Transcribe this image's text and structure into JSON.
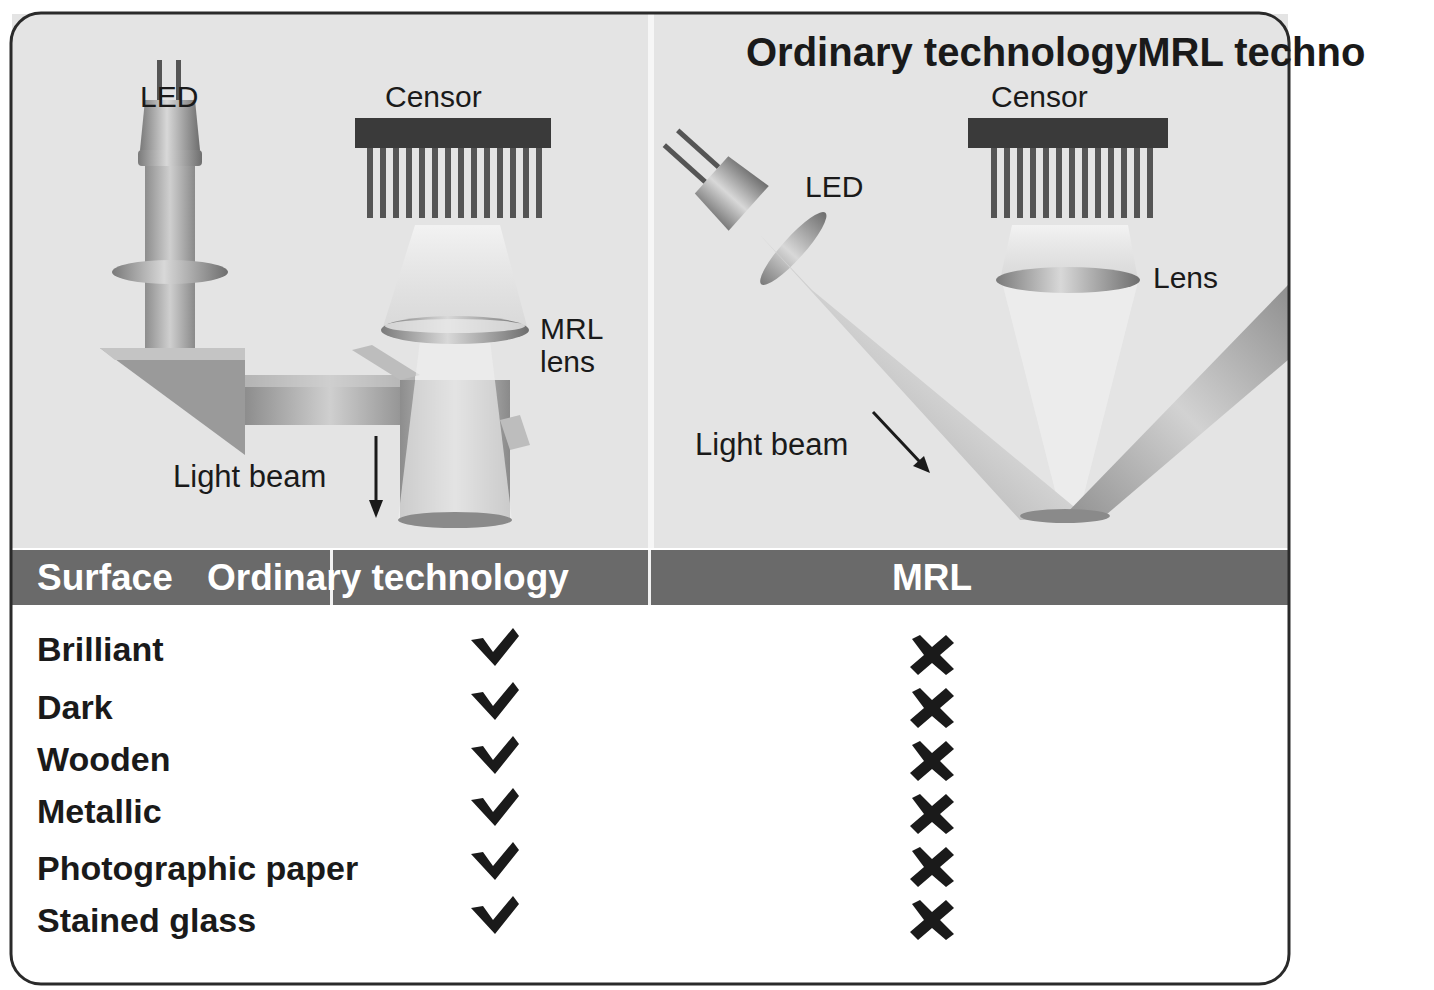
{
  "diagram": {
    "nodes": [
      {
        "text": [
          "Surface",
          "Ordinary technology",
          "MRL"
        ]
      }
    ],
    "labels": [
      "Ordinary technologyMRL techno",
      "LED",
      "Censor",
      "MRL lens",
      "Light beam",
      "Censor",
      "LED",
      "Lens",
      "Light beam",
      "Brilliant",
      "Dark",
      "Wooden",
      "Metallic",
      "Photographic paper",
      "Stained glass"
    ]
  }
}
